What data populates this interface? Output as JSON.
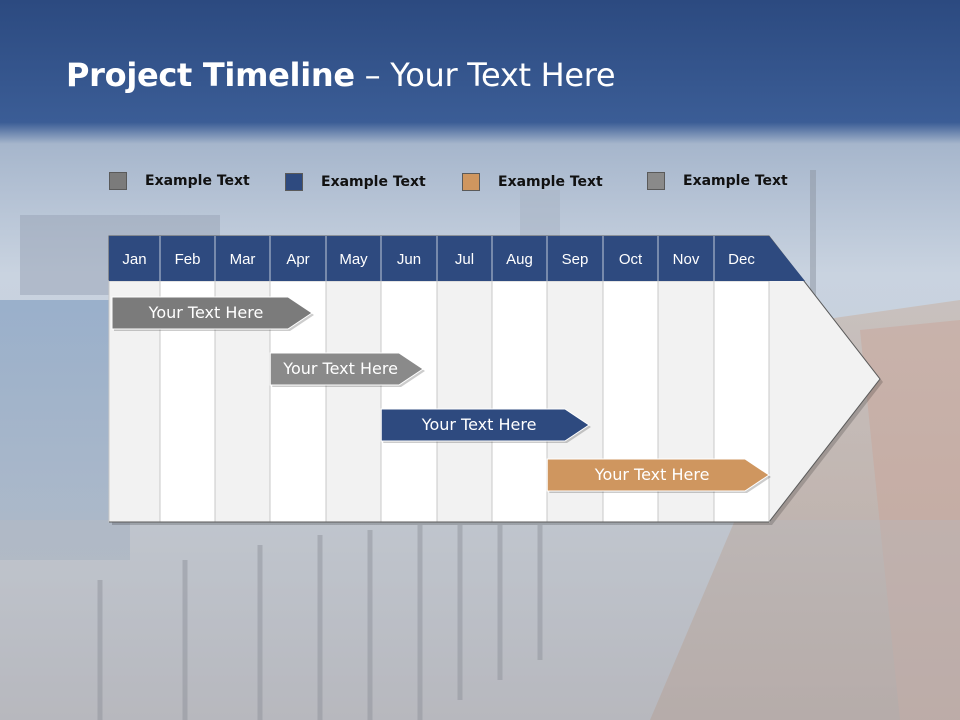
{
  "slide": {
    "title_bold": "Project Timeline",
    "title_rest": " – Your Text Here"
  },
  "colors": {
    "header_blue": "#2e4a7f",
    "gray": "#7b7b7b",
    "blue": "#2e4a7f",
    "tan": "#cf965f",
    "gray_light": "#8a8a8a"
  },
  "legend": [
    {
      "label": "Example Text",
      "color": "#7b7b7b"
    },
    {
      "label": "Example Text",
      "color": "#2e4a7f"
    },
    {
      "label": "Example Text",
      "color": "#cf965f"
    },
    {
      "label": "Example Text",
      "color": "#8a8a8a"
    }
  ],
  "months": [
    "Jan",
    "Feb",
    "Mar",
    "Apr",
    "May",
    "Jun",
    "Jul",
    "Aug",
    "Sep",
    "Oct",
    "Nov",
    "Dec"
  ],
  "bars": [
    {
      "label": "Your  Text Here",
      "start_month": 0.0,
      "end_month": 3.75,
      "color": "#7b7b7b"
    },
    {
      "label": "Your  Text Here",
      "start_month": 2.95,
      "end_month": 5.75,
      "color": "#8a8a8a"
    },
    {
      "label": "Your  Text Here",
      "start_month": 4.95,
      "end_month": 8.75,
      "color": "#2e4a7f"
    },
    {
      "label": "Your  Text Here",
      "start_month": 7.95,
      "end_month": 12.0,
      "color": "#cf965f"
    }
  ]
}
